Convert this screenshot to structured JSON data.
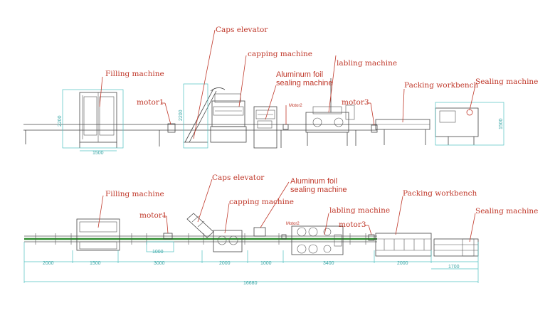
{
  "side_view": {
    "labels": {
      "filling": "Filling machine",
      "caps_elevator": "Caps elevator",
      "capping": "capping machine",
      "alu_line1": "Aluminum foil",
      "alu_line2": "sealing machine",
      "labling": "labling machine",
      "motor1": "motor1",
      "motor2": "Motor2",
      "motor3": "motor3",
      "packing": "Packing workbench",
      "sealing": "Sealing machine"
    },
    "dims": {
      "filling_height": "2200",
      "filling_width": "1500",
      "elevator_height": "2200",
      "sealing_height": "1500"
    }
  },
  "top_view": {
    "labels": {
      "filling": "Filling machine",
      "caps_elevator": "Caps elevator",
      "capping": "capping machine",
      "alu_line1": "Aluminum foil",
      "alu_line2": "sealing machine",
      "labling": "labling machine",
      "motor1": "motor1",
      "motor2": "Motor2",
      "motor3": "motor3",
      "packing": "Packing workbench",
      "sealing": "Sealing machine"
    },
    "dims": {
      "d1": "2000",
      "d2": "1500",
      "d3": "3000",
      "d4": "1000",
      "d5": "2000",
      "d6": "1000",
      "d7": "3400",
      "d8": "2000",
      "d9": "1700",
      "total": "16680"
    }
  }
}
